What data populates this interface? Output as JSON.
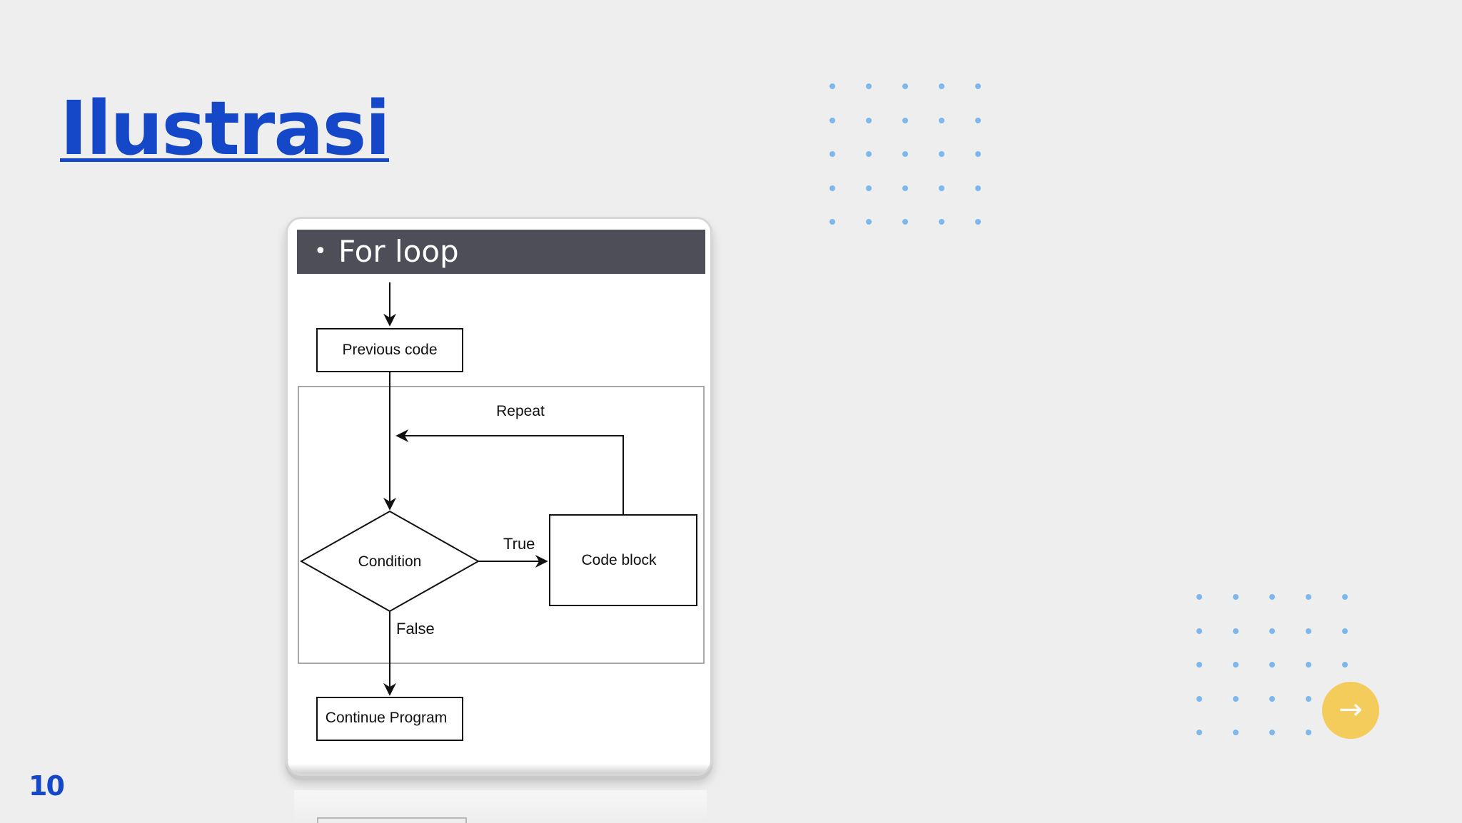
{
  "slide": {
    "title": "Ilustrasi",
    "page_number": "10"
  },
  "diagram": {
    "header_bullet": "•",
    "header": "For loop",
    "nodes": {
      "previous_code": "Previous code",
      "condition": "Condition",
      "code_block": "Code block",
      "continue_program": "Continue Program"
    },
    "edge_labels": {
      "repeat": "Repeat",
      "true": "True",
      "false": "False"
    }
  },
  "navigation": {
    "next_icon": "arrow-right-icon",
    "next_glyph": "→"
  },
  "colors": {
    "title": "#1547c9",
    "header_bg": "#4d4e57",
    "dots": "#7cb8ec",
    "next_button": "#f3cc5c",
    "background": "#eeeeee"
  }
}
